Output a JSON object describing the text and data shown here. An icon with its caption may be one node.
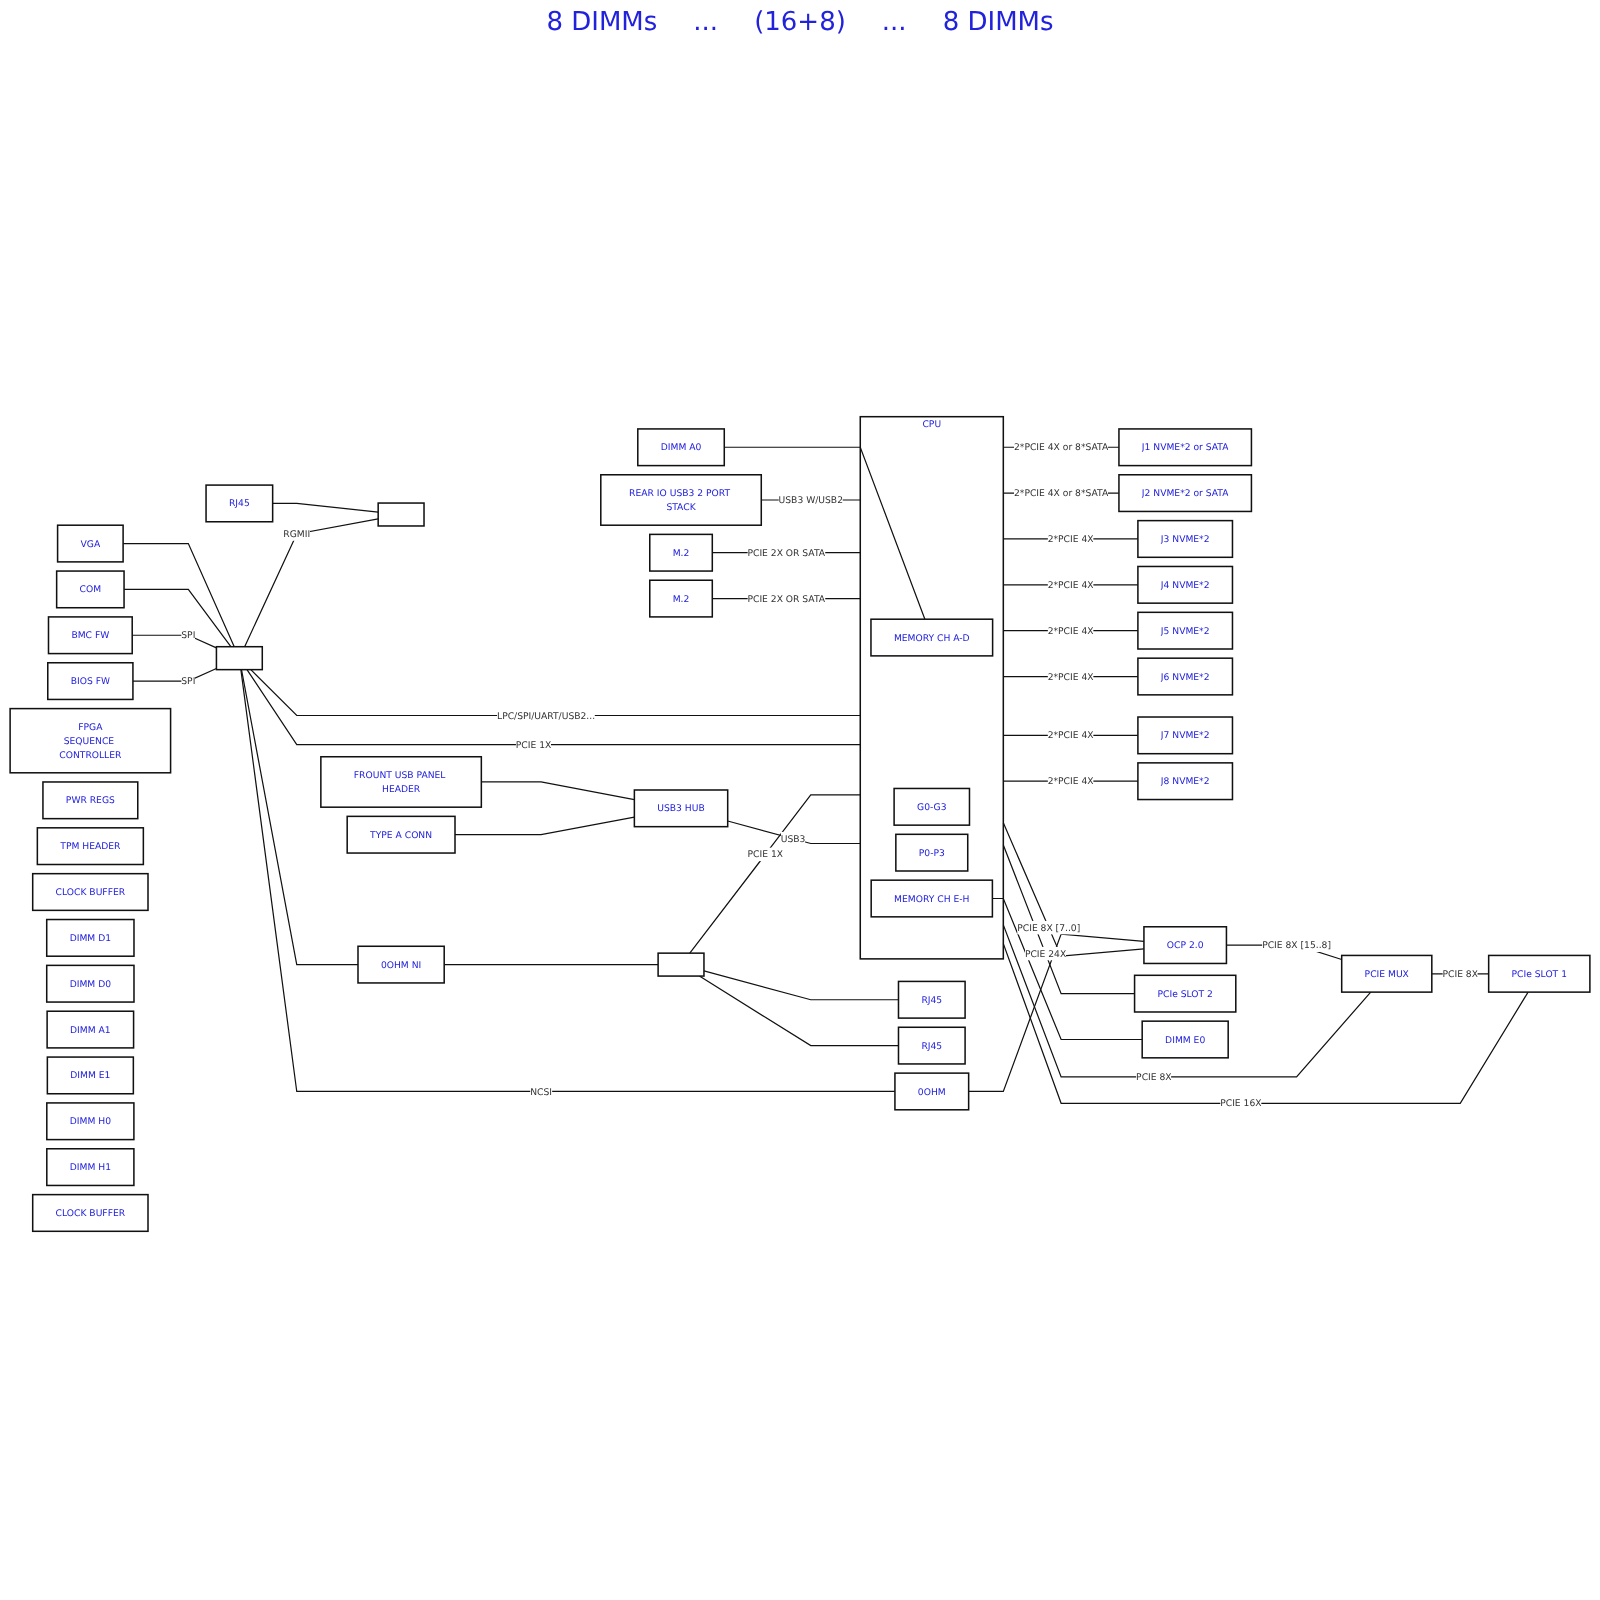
{
  "diagram": {
    "nodes": [
      {
        "text": [
          "VGA"
        ]
      },
      {
        "text": [
          "COM"
        ]
      },
      {
        "text": [
          "BMC FW"
        ]
      },
      {
        "text": [
          "BIOS FW"
        ]
      },
      {
        "text": [
          "RJ45"
        ]
      },
      {
        "text": [
          "REAR IO USB3 2 PORT STACK"
        ]
      },
      {
        "text": [],
        "shape": "box"
      },
      {
        "text": [],
        "shape": "box"
      },
      {
        "text": [
          "FPGA",
          "SEQUENCE CONTROLLER"
        ]
      },
      {
        "text": [
          "PWR REGS"
        ]
      },
      {
        "text": [
          "TPM HEADER"
        ]
      },
      {
        "text": [
          "FROUNT USB PANEL HEADER"
        ]
      },
      {
        "text": [
          "TYPE A CONN"
        ]
      },
      {
        "text": [
          "0OHM"
        ]
      },
      {
        "text": [
          "0OHM NI"
        ]
      },
      {
        "text": [
          "M.2"
        ]
      },
      {
        "text": [
          "M.2"
        ]
      },
      {
        "text": [],
        "shape": "box"
      },
      {
        "text": [
          "RJ45"
        ]
      },
      {
        "text": [
          "RJ45"
        ]
      },
      {
        "text": [
          "CLOCK BUFFER"
        ]
      },
      {
        "text": [
          "USB3 HUB"
        ]
      },
      {
        "text": [
          "DIMM D1"
        ]
      },
      {
        "text": [
          "DIMM D0"
        ]
      },
      {
        "text": [
          "DIMM A1"
        ]
      },
      {
        "text": [
          "DIMM A0"
        ]
      },
      {
        "text": [
          "CPU"
        ]
      },
      {
        "text": [
          "MEMORY CH A-D"
        ],
        "in": 26
      },
      {
        "text": [
          "G0-G3"
        ],
        "in": 26
      },
      {
        "text": [
          "P0-P3"
        ],
        "in": 26
      },
      {
        "text": [
          "MEMORY CH E-H"
        ],
        "in": 26
      },
      {
        "text": [
          "J1 NVME*2 or SATA"
        ]
      },
      {
        "text": [
          "J2 NVME*2 or SATA"
        ]
      },
      {
        "text": [
          "J3 NVME*2"
        ]
      },
      {
        "text": [
          "J4 NVME*2"
        ]
      },
      {
        "text": [
          "J5 NVME*2"
        ]
      },
      {
        "text": [
          "J6 NVME*2"
        ]
      },
      {
        "text": [
          "J7 NVME*2"
        ]
      },
      {
        "text": [
          "J8 NVME*2"
        ]
      },
      {
        "text": [
          "OCP 2.0"
        ]
      },
      {
        "text": [
          "PCIE MUX"
        ]
      },
      {
        "text": [
          "PCIe SLOT 1"
        ]
      },
      {
        "text": [
          "PCIe SLOT 2"
        ]
      },
      {
        "text": [
          "DIMM E0"
        ]
      },
      {
        "text": [
          "DIMM E1"
        ]
      },
      {
        "text": [
          "DIMM H0"
        ]
      },
      {
        "text": [
          "DIMM H1"
        ]
      },
      {
        "text": [
          "CLOCK BUFFER"
        ]
      }
    ],
    "edges": [
      {
        "from": 0,
        "to": 6,
        "arrow": "none"
      },
      {
        "from": 1,
        "to": 6,
        "arrow": "none"
      },
      {
        "from": 2,
        "to": 6,
        "label": "SPI",
        "arrow": "none"
      },
      {
        "from": 3,
        "to": 6,
        "label": "SPI",
        "arrow": "none"
      },
      {
        "from": 4,
        "to": 7,
        "arrow": "none"
      },
      {
        "from": 6,
        "to": 7,
        "label": "RGMII",
        "arrow": "none"
      },
      {
        "from": 6,
        "to": 13,
        "label": "NCSI",
        "arrow": "none"
      },
      {
        "from": 6,
        "to": 14,
        "arrow": "none"
      },
      {
        "from": 13,
        "to": 39,
        "arrow": "none"
      },
      {
        "from": 14,
        "to": 17,
        "arrow": "none"
      },
      {
        "from": 17,
        "to": 18,
        "arrow": "none"
      },
      {
        "from": 17,
        "to": 19,
        "arrow": "none"
      },
      {
        "from": 11,
        "to": 21,
        "arrow": "none"
      },
      {
        "from": 12,
        "to": 21,
        "arrow": "none"
      },
      {
        "from": 5,
        "to": 26,
        "label": "USB3 W/USB2",
        "arrow": "none"
      },
      {
        "from": 15,
        "to": 26,
        "label": "PCIE 2X OR SATA",
        "arrow": "none"
      },
      {
        "from": 16,
        "to": 26,
        "label": "PCIE 2X OR SATA",
        "arrow": "none"
      },
      {
        "from": 6,
        "to": 26,
        "label": "LPC/SPI/UART/USB2...",
        "arrow": "none"
      },
      {
        "from": 6,
        "to": 26,
        "label": "PCIE 1X",
        "arrow": "none"
      },
      {
        "from": 17,
        "to": 26,
        "label": "PCIE 1X",
        "arrow": "none"
      },
      {
        "from": 25,
        "to": 27,
        "arrow": "none"
      },
      {
        "from": 26,
        "to": 31,
        "label": "2*PCIE 4X or 8*SATA",
        "arrow": "none"
      },
      {
        "from": 26,
        "to": 32,
        "label": "2*PCIE 4X or 8*SATA",
        "arrow": "none"
      },
      {
        "from": 21,
        "to": 26,
        "label": "USB3",
        "arrow": "none"
      },
      {
        "from": 26,
        "to": 33,
        "label": "2*PCIE 4X",
        "arrow": "none"
      },
      {
        "from": 26,
        "to": 34,
        "label": "2*PCIE 4X",
        "arrow": "none"
      },
      {
        "from": 26,
        "to": 35,
        "label": "2*PCIE 4X",
        "arrow": "none"
      },
      {
        "from": 26,
        "to": 36,
        "label": "2*PCIE 4X",
        "arrow": "none"
      },
      {
        "from": 26,
        "to": 37,
        "label": "2*PCIE 4X",
        "arrow": "none"
      },
      {
        "from": 26,
        "to": 38,
        "label": "2*PCIE 4X",
        "arrow": "none"
      },
      {
        "from": 26,
        "to": 39,
        "label": "PCIE 8X [7..0]",
        "arrow": "none"
      },
      {
        "from": 26,
        "to": 40,
        "label": "PCIE 8X",
        "arrow": "none"
      },
      {
        "from": 39,
        "to": 40,
        "label": "PCIE 8X [15..8]",
        "arrow": "none"
      },
      {
        "from": 40,
        "to": 41,
        "label": "PCIE 8X",
        "arrow": "none"
      },
      {
        "from": 26,
        "to": 41,
        "label": "PCIE 16X",
        "arrow": "none"
      },
      {
        "from": 26,
        "to": 42,
        "label": "PCIE 24X",
        "arrow": "none"
      },
      {
        "from": 30,
        "to": 43,
        "arrow": "none"
      }
    ],
    "labels": [
      "8 DIMMs",
      "...",
      "(16+8)",
      "...",
      "8 DIMMs"
    ]
  }
}
